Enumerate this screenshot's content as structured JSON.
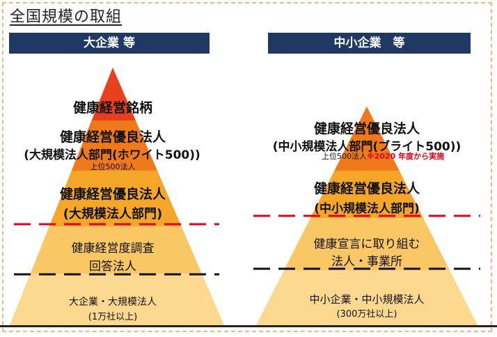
{
  "title": "全国規模の取組",
  "left": {
    "header": "大企業 等",
    "tiers": {
      "top": "健康経営銘柄",
      "white_title": "健康経営優良法人",
      "white_sub": "(大規模法人部門(ホワイト500))",
      "white_note": "上位500法人",
      "large_title": "健康経営優良法人",
      "large_sub": "(大規模法人部門)",
      "survey_1": "健康経営度調査",
      "survey_2": "回答法人",
      "base_1": "大企業・大規模法人",
      "base_2": "(1万社以上)"
    }
  },
  "right": {
    "header": "中小企業　等",
    "tiers": {
      "bright_title": "健康経営優良法人",
      "bright_sub": "(中小規模法人部門(ブライト500))",
      "bright_note": "上位500法人",
      "bright_note_red": "※2020 年度から実施",
      "sme_title": "健康経営優良法人",
      "sme_sub": "(中小規模法人部門)",
      "declare_1": "健康宣言に取り組む",
      "declare_2": "法人・事業所",
      "base_1": "中小企業・中小規模法人",
      "base_2": "(300万社以上)"
    }
  },
  "colors": {
    "header_bg": "#1f3864",
    "tier_red": "#e8401c",
    "tier_orange_dark": "#f07a1a",
    "tier_orange": "#f4a628",
    "tier_light": "#f9c764",
    "tier_base": "#fcd98e",
    "dash_red": "#e3001b",
    "dash_black": "#111111"
  }
}
